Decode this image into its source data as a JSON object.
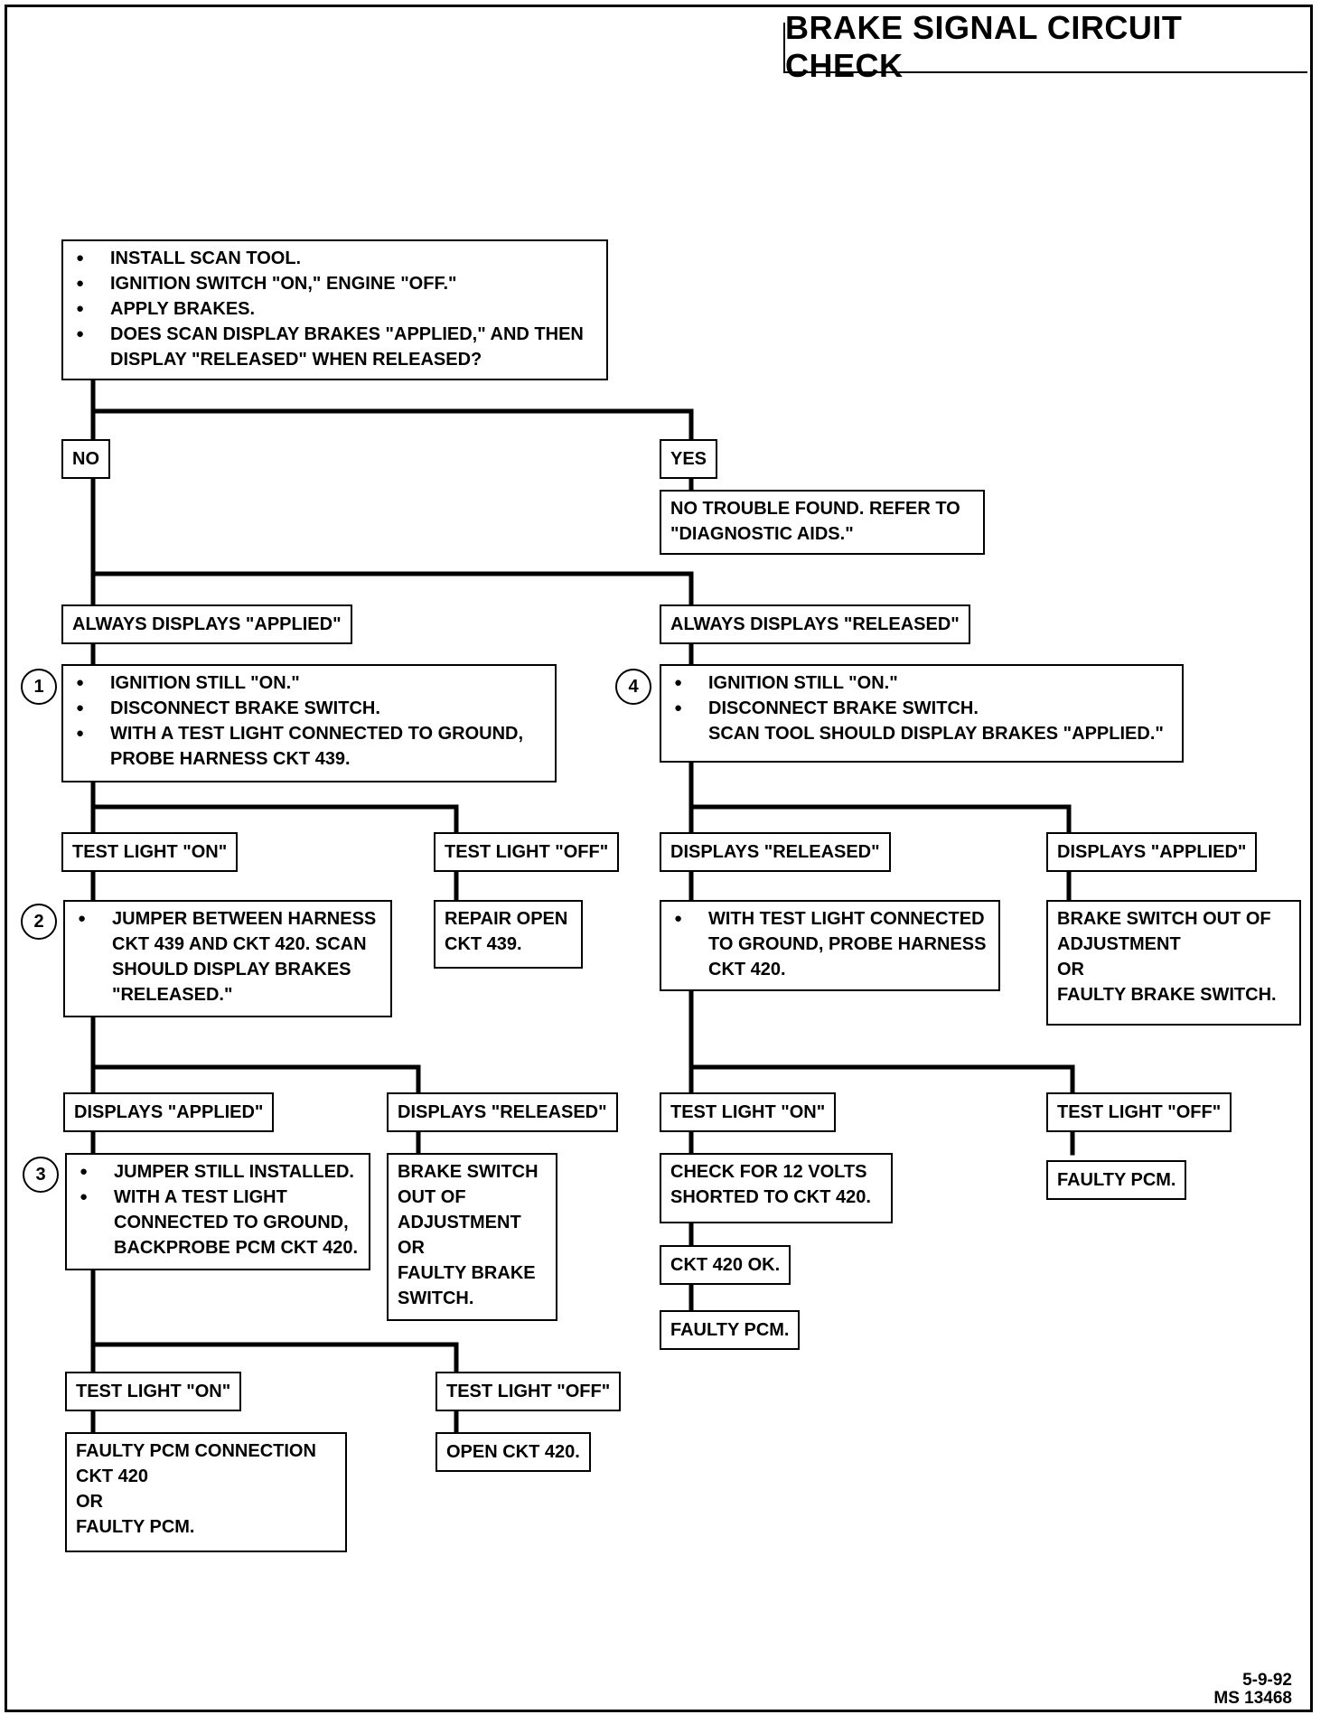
{
  "title": "BRAKE SIGNAL CIRCUIT CHECK",
  "start": {
    "items": [
      "INSTALL SCAN TOOL.",
      "IGNITION SWITCH \"ON,\" ENGINE \"OFF.\"",
      "APPLY BRAKES.",
      "DOES SCAN DISPLAY BRAKES \"APPLIED,\" AND THEN"
    ],
    "cont": "DISPLAY \"RELEASED\" WHEN RELEASED?"
  },
  "no": "NO",
  "yes": "YES",
  "no_trouble": [
    "NO TROUBLE FOUND.  REFER TO",
    "\"DIAGNOSTIC AIDS.\""
  ],
  "always_applied": "ALWAYS DISPLAYS \"APPLIED\"",
  "always_released": "ALWAYS DISPLAYS \"RELEASED\"",
  "step1": {
    "num": "1",
    "items": [
      "IGNITION STILL \"ON.\"",
      "DISCONNECT BRAKE SWITCH.",
      "WITH A TEST LIGHT CONNECTED TO GROUND,"
    ],
    "cont": "PROBE HARNESS CKT 439."
  },
  "step4": {
    "num": "4",
    "items": [
      "IGNITION STILL \"ON.\"",
      "DISCONNECT BRAKE SWITCH."
    ],
    "cont": "SCAN TOOL SHOULD DISPLAY BRAKES \"APPLIED.\""
  },
  "s1_on": "TEST LIGHT \"ON\"",
  "s1_off": "TEST LIGHT \"OFF\"",
  "repair_open": [
    "REPAIR OPEN",
    "CKT 439."
  ],
  "s4_released": "DISPLAYS \"RELEASED\"",
  "s4_applied": "DISPLAYS \"APPLIED\"",
  "step2": {
    "num": "2",
    "items": [
      "JUMPER BETWEEN HARNESS"
    ],
    "lines": [
      "CKT 439 AND CKT 420.  SCAN",
      "SHOULD DISPLAY BRAKES",
      "\"RELEASED.\""
    ]
  },
  "probe420": {
    "items": [
      "WITH TEST LIGHT CONNECTED"
    ],
    "lines": [
      "TO GROUND, PROBE HARNESS",
      "CKT 420."
    ]
  },
  "brake_adj_right": [
    "BRAKE SWITCH OUT OF",
    "ADJUSTMENT",
    "OR",
    "FAULTY BRAKE SWITCH."
  ],
  "s2_applied": "DISPLAYS \"APPLIED\"",
  "s2_released": "DISPLAYS \"RELEASED\"",
  "r_on": "TEST LIGHT \"ON\"",
  "r_off": "TEST LIGHT \"OFF\"",
  "step3": {
    "num": "3",
    "items": [
      "JUMPER STILL INSTALLED.",
      "WITH A TEST LIGHT"
    ],
    "lines": [
      "CONNECTED TO GROUND,",
      "BACKPROBE PCM CKT 420."
    ]
  },
  "brake_adj_mid": [
    "BRAKE SWITCH",
    "OUT OF",
    "ADJUSTMENT",
    "OR",
    "FAULTY BRAKE",
    "SWITCH."
  ],
  "check12": [
    "CHECK FOR 12 VOLTS",
    "SHORTED TO CKT 420."
  ],
  "ckt_ok": "CKT 420 OK.",
  "faulty_pcm_mid": "FAULTY PCM.",
  "faulty_pcm_right": "FAULTY PCM.",
  "s3_on": "TEST LIGHT \"ON\"",
  "s3_off": "TEST LIGHT \"OFF\"",
  "faulty_conn": [
    "FAULTY PCM CONNECTION",
    "CKT 420",
    "OR",
    "FAULTY PCM."
  ],
  "open420": "OPEN CKT 420.",
  "footer": [
    "5-9-92",
    "MS 13468"
  ]
}
